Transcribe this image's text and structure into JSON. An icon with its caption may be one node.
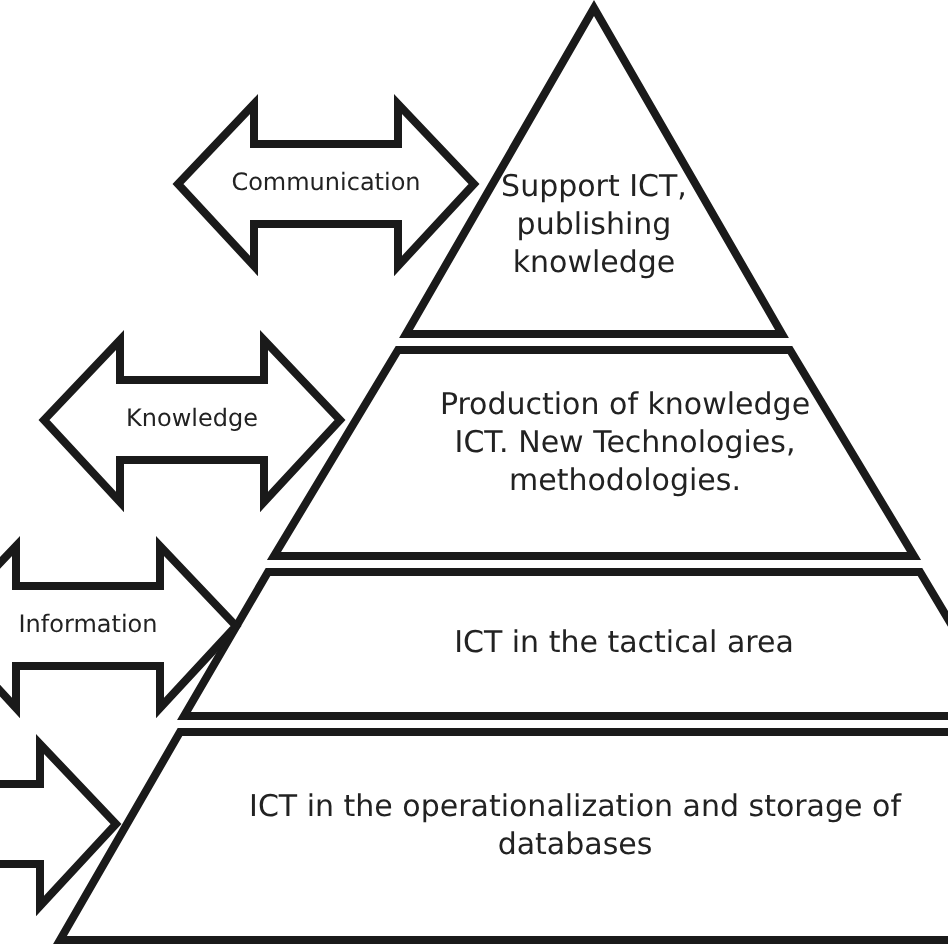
{
  "diagram": {
    "nodes": [
      {
        "text": [
          "Support ICT, publishing knowledge"
        ]
      },
      {
        "text": [
          "Production of knowledge ICT. New Technologies, methodologies."
        ]
      },
      {
        "text": [
          "ICT in the tactical area"
        ]
      },
      {
        "text": [
          "ICT in the operationalization and storage of databases"
        ]
      },
      {
        "text": [
          "Communication"
        ]
      },
      {
        "text": [
          "Knowledge"
        ]
      },
      {
        "text": [
          "Information"
        ]
      },
      {
        "text": [],
        "shape": "arrow"
      }
    ]
  }
}
